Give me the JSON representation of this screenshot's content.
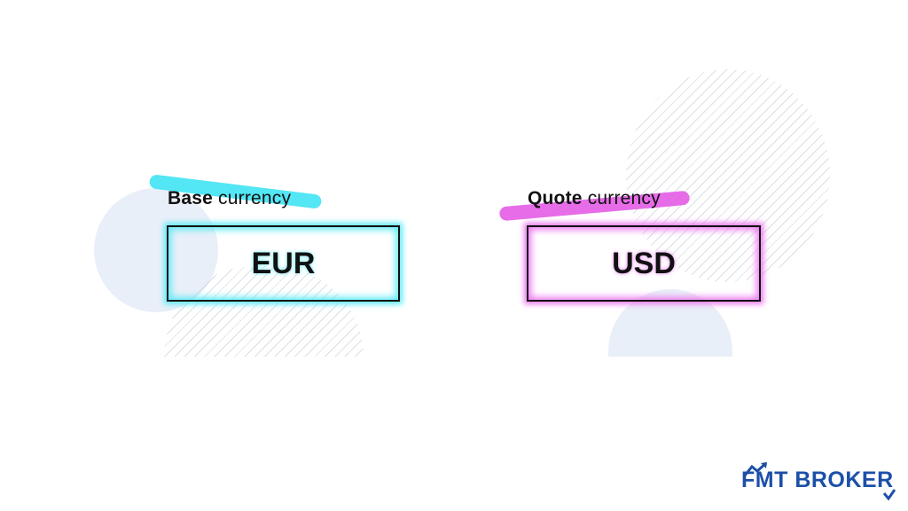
{
  "base": {
    "label_bold": "Base",
    "label_light": " currency",
    "code": "EUR",
    "accent": "#40e3f4"
  },
  "quote": {
    "label_bold": "Quote",
    "label_light": " currency",
    "code": "USD",
    "accent": "#e35ce6"
  },
  "logo": {
    "text": "FMT BROKER",
    "color": "#1d4fa8"
  }
}
